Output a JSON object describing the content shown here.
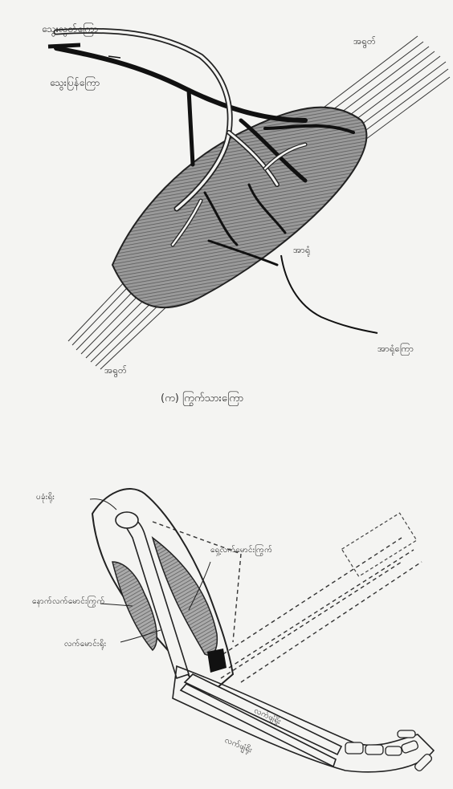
{
  "figure_a": {
    "labels": {
      "artery": "သွေးလွတ်ကြော",
      "vein": "သွေးပြန်ကြော",
      "tendon_top": "အရွတ်",
      "tendon_bottom": "အရွတ်",
      "nerve": "အာရုံ",
      "nerve_fiber": "အာရုံကြော"
    },
    "caption": "(က) ကြွက်သားကြော"
  },
  "figure_b": {
    "labels": {
      "shoulder": "ပခုံးရိုး",
      "flexor": "ရှေ့လက်မောင်းကြွက်",
      "extensor": "နောက်လက်မောင်းကြွက်",
      "humerus": "လက်မောင်းရိုး",
      "ulna": "လက်ဖျံရိုး",
      "radius": "လက်ဖျံရိုး"
    }
  },
  "colors": {
    "paper": "#f4f4f2",
    "ink": "#1a1a1a",
    "shade": "#8a8a8a"
  }
}
